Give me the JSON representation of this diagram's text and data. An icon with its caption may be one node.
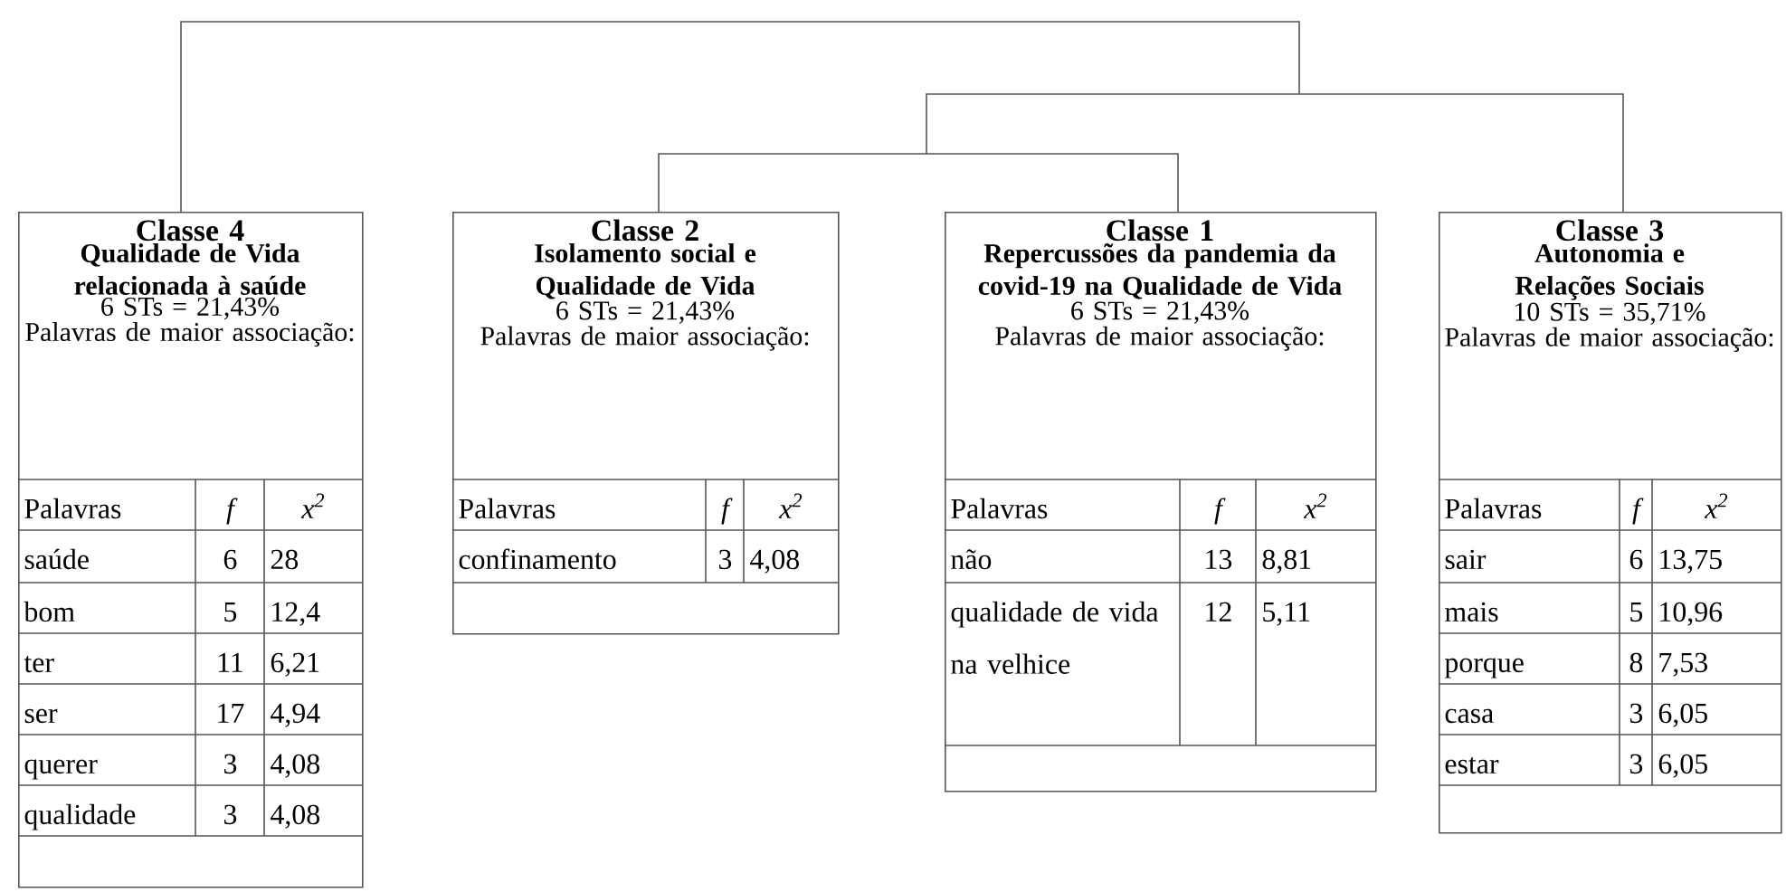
{
  "diagram": {
    "nodes": [
      {
        "text": [
          "Classe 4",
          "Qualidade de Vida relacionada à saúde",
          "6 STs = 21,43%",
          "Palavras de maior associação:",
          "Palavras",
          "f",
          "x$^{2}$",
          "saúde",
          "6",
          "28",
          "bom",
          "5",
          "12,4",
          "ter",
          "11",
          "6,21",
          "ser",
          "17",
          "4,94",
          "querer",
          "3",
          "4,08",
          "qualidade",
          "3",
          "4,08"
        ]
      },
      {
        "text": [
          "Classe 2",
          "Isolamento social e Qualidade de Vida",
          "6 STs = 21,43%",
          "Palavras de maior associação:",
          "Palavras",
          "f",
          "x$^{2}$",
          "confinamento",
          "3",
          "4,08"
        ]
      },
      {
        "text": [
          "Classe 1",
          "Repercussões da pandemia da covid-19 na Qualidade de Vida",
          "6 STs = 21,43%",
          "Palavras de maior associação:",
          "Palavras",
          "f",
          "x$^{2}$",
          "não",
          "13",
          "8,81",
          "qualidade de vida na velhice",
          "12",
          "5,11"
        ]
      },
      {
        "text": [
          "Classe 3",
          "Autonomia e Relações Sociais",
          "10 STs = 35,71%",
          "Palavras de maior associação:",
          "Palavras",
          "f",
          "x$^{2}$",
          "sair",
          "6",
          "13,75",
          "mais",
          "5",
          "10,96",
          "porque",
          "8",
          "7,53",
          "casa",
          "3",
          "6,05",
          "estar",
          "3",
          "6,05"
        ]
      }
    ],
    "edges": [
      {
        "from": 1,
        "to": 2,
        "arrow": "none"
      },
      {
        "from": null,
        "to": 3,
        "arrow": "none"
      },
      {
        "from": 0,
        "to": null,
        "arrow": "none"
      }
    ]
  }
}
